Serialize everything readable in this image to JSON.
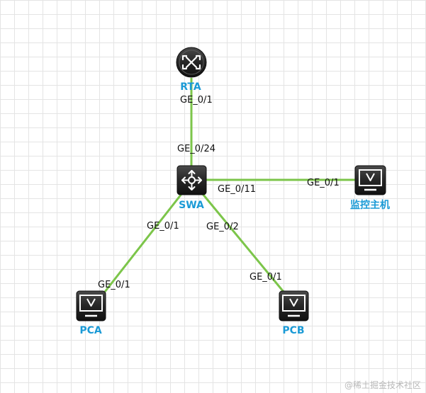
{
  "devices": {
    "rta": {
      "label": "RTA",
      "icon": "router-icon"
    },
    "swa": {
      "label": "SWA",
      "icon": "switch-icon"
    },
    "monitor": {
      "label": "监控主机",
      "icon": "monitor-pc-icon"
    },
    "pca": {
      "label": "PCA",
      "icon": "monitor-pc-icon"
    },
    "pcb": {
      "label": "PCB",
      "icon": "monitor-pc-icon"
    }
  },
  "links": {
    "rta_swa": {
      "a_port": "GE_0/1",
      "b_port": "GE_0/24"
    },
    "swa_monitor": {
      "a_port": "GE_0/11",
      "b_port": "GE_0/1"
    },
    "swa_pca": {
      "a_port": "GE_0/1",
      "b_port": "GE_0/1"
    },
    "swa_pcb": {
      "a_port": "GE_0/2",
      "b_port": "GE_0/1"
    }
  },
  "watermark": "@稀土掘金技术社区",
  "colors": {
    "link": "#7cc54a",
    "label": "#1a9ad6",
    "device": "#1e1e1e"
  }
}
